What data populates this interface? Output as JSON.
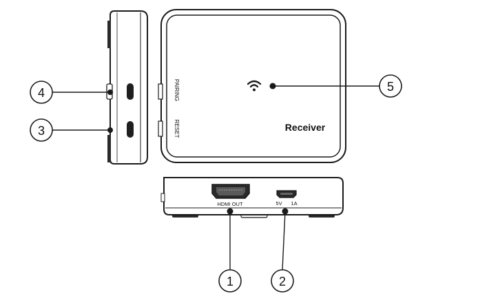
{
  "device": {
    "brand_label": "Receiver",
    "side_labels": [
      "PAIRING",
      "RESET"
    ],
    "port_labels": {
      "hdmi": "HDMI OUT",
      "power_v": "5V",
      "power_a": "1A"
    }
  },
  "callouts": [
    {
      "num": "1"
    },
    {
      "num": "2"
    },
    {
      "num": "3"
    },
    {
      "num": "4"
    },
    {
      "num": "5"
    }
  ],
  "colors": {
    "stroke": "#1a1a1a",
    "body": "#ffffff",
    "dark": "#2a2a2a"
  },
  "icons": {
    "status_indicator": "wifi-icon"
  }
}
